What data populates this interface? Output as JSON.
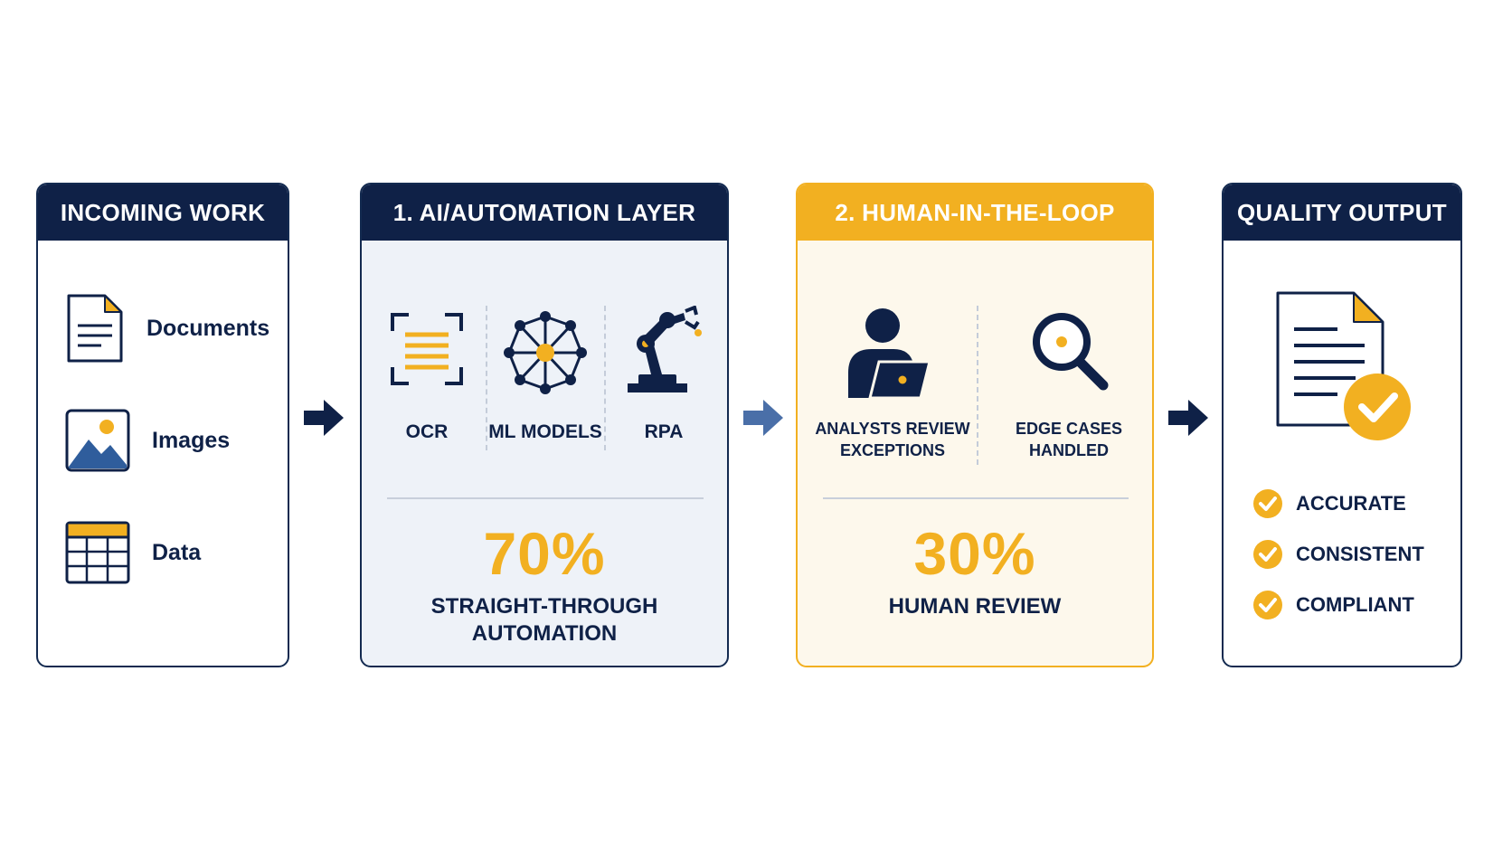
{
  "incoming": {
    "title": "INCOMING WORK",
    "items": [
      {
        "label": "Documents",
        "icon": "document-icon"
      },
      {
        "label": "Images",
        "icon": "image-icon"
      },
      {
        "label": "Data",
        "icon": "table-icon"
      }
    ]
  },
  "ai_layer": {
    "title": "1. AI/AUTOMATION LAYER",
    "tools": [
      {
        "label": "OCR",
        "icon": "ocr-scan-icon"
      },
      {
        "label": "ML MODELS",
        "icon": "neural-network-icon"
      },
      {
        "label": "RPA",
        "icon": "robot-arm-icon"
      }
    ],
    "percent": "70%",
    "percent_label_line1": "STRAIGHT-THROUGH",
    "percent_label_line2": "AUTOMATION"
  },
  "human_loop": {
    "title": "2. HUMAN-IN-THE-LOOP",
    "roles": [
      {
        "line1": "ANALYSTS REVIEW",
        "line2": "EXCEPTIONS",
        "icon": "analyst-laptop-icon"
      },
      {
        "line1": "EDGE CASES",
        "line2": "HANDLED",
        "icon": "magnifier-icon"
      }
    ],
    "percent": "30%",
    "percent_label": "HUMAN REVIEW"
  },
  "quality": {
    "title": "QUALITY OUTPUT",
    "checks": [
      "ACCURATE",
      "CONSISTENT",
      "COMPLIANT"
    ]
  },
  "colors": {
    "navy": "#0f2147",
    "gold": "#f2b021",
    "blue_arrow": "#4a6fa8",
    "panel_blue": "#eef2f8",
    "panel_cream": "#fdf8ec"
  }
}
